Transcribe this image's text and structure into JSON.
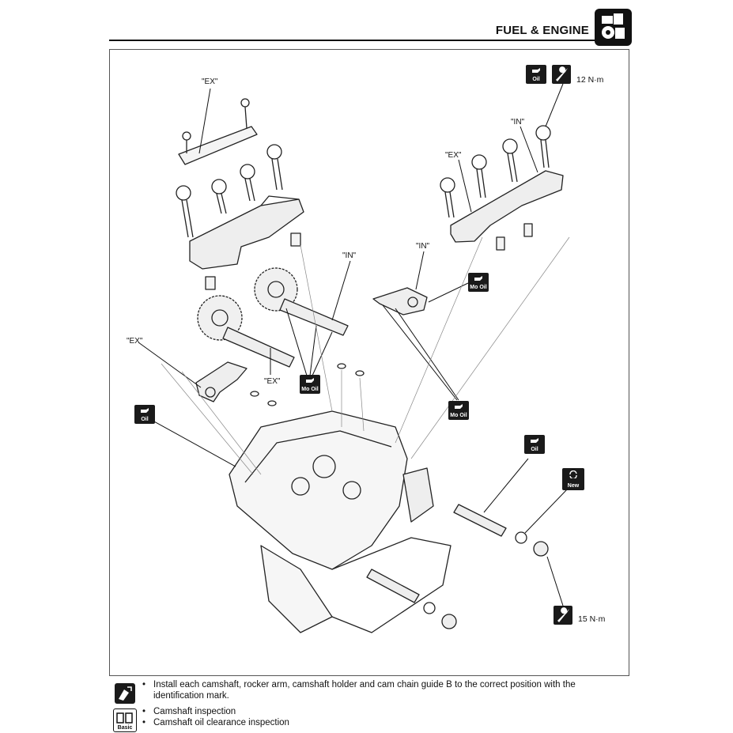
{
  "header": {
    "section_title": "FUEL & ENGINE",
    "section_icon": "engine-icon"
  },
  "diagram": {
    "labels": {
      "ex_top_left": "\"EX\"",
      "ex_top_right": "\"EX\"",
      "in_top_right": "\"IN\"",
      "in_camshaft": "\"IN\"",
      "in_rocker": "\"IN\"",
      "ex_rocker": "\"EX\"",
      "ex_camshaft": "\"EX\""
    },
    "torques": {
      "holder_bolt": "12 N·m",
      "plug_bolt": "15 N·m"
    },
    "badges": {
      "oil": "Oil",
      "mo_oil": "Mo Oil",
      "new": "New"
    }
  },
  "notes": {
    "install": [
      "Install each camshaft, rocker arm, camshaft holder and cam chain guide B to the correct position with the",
      "identification mark."
    ],
    "references": [
      "Camshaft inspection",
      "Camshaft oil clearance inspection"
    ],
    "bullet": "•",
    "basic_label": "Basic"
  }
}
